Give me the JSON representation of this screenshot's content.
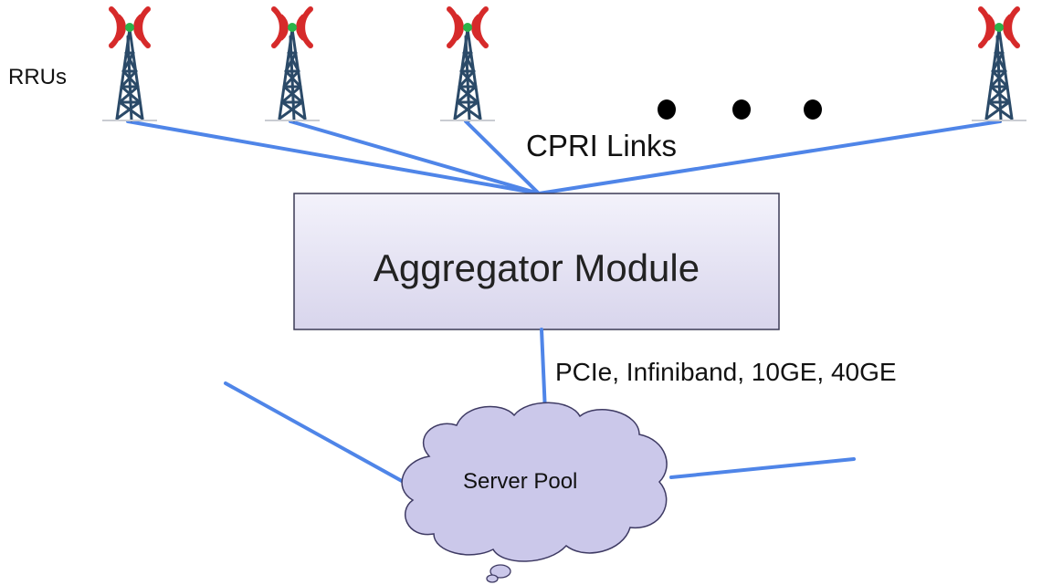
{
  "rrus_label": "RRUs",
  "cpri_label": "CPRI Links",
  "aggregator_label": "Aggregator Module",
  "backhaul_label": "PCIe, Infiniband, 10GE, 40GE",
  "server_pool_label": "Server Pool",
  "colors": {
    "link": "#4f85e8",
    "box_fill_top": "#f3f2fb",
    "box_fill_bottom": "#d8d5ec",
    "box_stroke": "#3b3a55",
    "cloud_fill": "#cbc8ea",
    "cloud_stroke": "#3e3a63",
    "tower": "#2b4a68",
    "waves": "#d62a2a",
    "tower_top": "#2bb34a"
  },
  "icons": [
    "radio-tower-icon",
    "ellipsis-dots",
    "cloud-shape"
  ]
}
